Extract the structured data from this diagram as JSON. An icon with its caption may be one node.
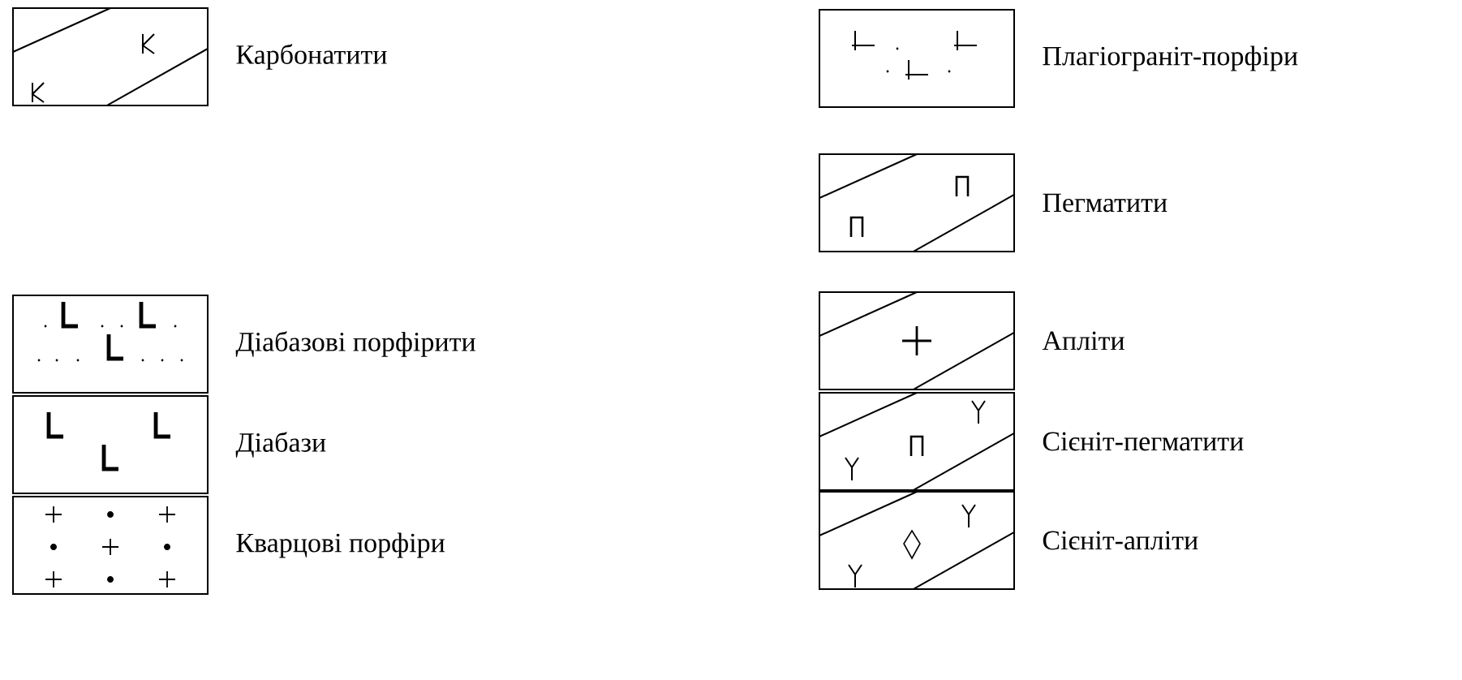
{
  "diagram": {
    "legend": [
      {
        "text": "Карбонатити"
      },
      {
        "text": "Діабазові порфірити"
      },
      {
        "text": "Діабази"
      },
      {
        "text": "Кварцові порфіри"
      },
      {
        "text": "Плагіограніт-порфіри"
      },
      {
        "text": "Пегматити"
      },
      {
        "text": "Апліти"
      },
      {
        "text": "Сієніт-пегматити"
      },
      {
        "text": "Сієніт-апліти"
      }
    ]
  }
}
